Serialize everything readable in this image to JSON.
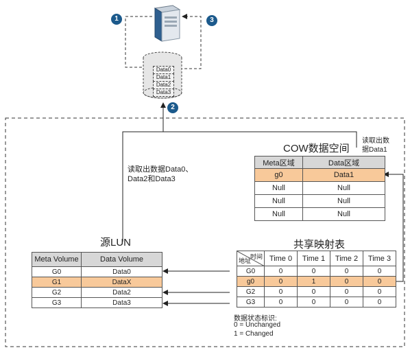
{
  "steps": [
    "1",
    "2",
    "3"
  ],
  "disk_blocks": [
    "Data0",
    "Data1",
    "Data2",
    "Data3"
  ],
  "cow": {
    "title": "COW数据空间",
    "read_note": [
      "读取出数",
      "据Data1"
    ],
    "headers": [
      "Meta区域",
      "Data区域"
    ],
    "rows": [
      [
        "g0",
        "Data1"
      ],
      [
        "Null",
        "Null"
      ],
      [
        "Null",
        "Null"
      ],
      [
        "Null",
        "Null"
      ]
    ]
  },
  "source_lun": {
    "title": "源LUN",
    "read_note": [
      "读取出数据Data0、",
      "Data2和Data3"
    ],
    "headers": [
      "Meta Volume",
      "Data Volume"
    ],
    "rows": [
      [
        "G0",
        "Data0"
      ],
      [
        "G1",
        "DataX"
      ],
      [
        "G2",
        "Data2"
      ],
      [
        "G3",
        "Data3"
      ]
    ]
  },
  "mapping": {
    "title": "共享映射表",
    "corner_time": "时间",
    "corner_addr": "地址",
    "headers": [
      "Time 0",
      "Time 1",
      "Time 2",
      "Time 3"
    ],
    "rows": [
      {
        "addr": "G0",
        "values": [
          "0",
          "0",
          "0",
          "0"
        ]
      },
      {
        "addr": "g0",
        "values": [
          "0",
          "1",
          "0",
          "0"
        ]
      },
      {
        "addr": "G2",
        "values": [
          "0",
          "0",
          "0",
          "0"
        ]
      },
      {
        "addr": "G3",
        "values": [
          "0",
          "0",
          "0",
          "0"
        ]
      }
    ]
  },
  "legend": [
    "数据状态标识:",
    "0 = Unchanged",
    "1 = Changed"
  ],
  "colors": {
    "highlight": "#f8c99a",
    "header": "#d7d7d7",
    "step_badge": "#1c5a8c"
  }
}
